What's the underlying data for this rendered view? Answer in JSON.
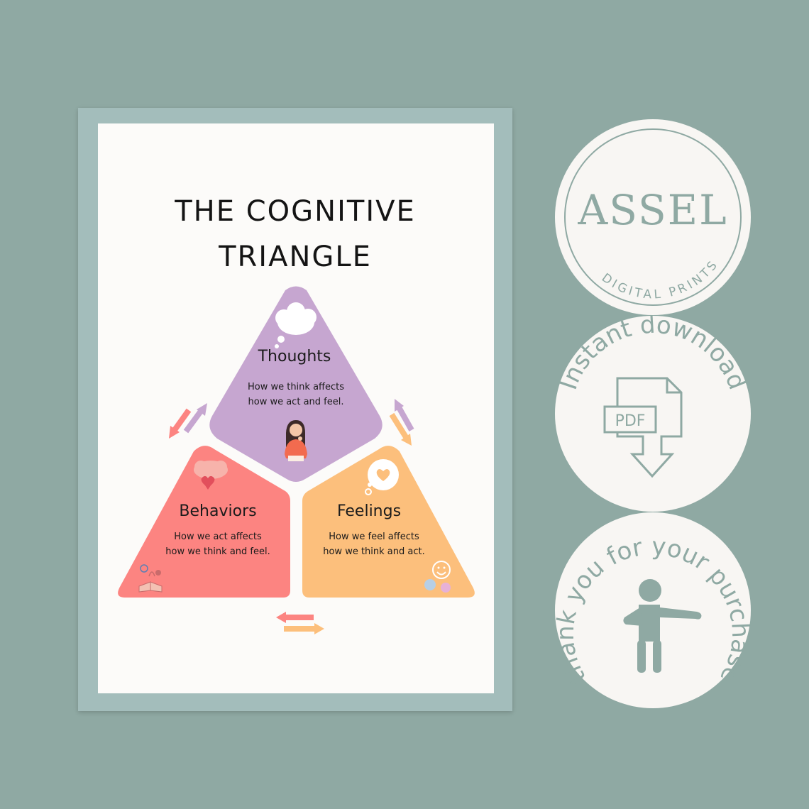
{
  "poster": {
    "title_line1": "THE COGNITIVE",
    "title_line2": "TRIANGLE",
    "thoughts": {
      "heading": "Thoughts",
      "line1": "How we think affects",
      "line2": "how we act and feel.",
      "color": "#c6a6d0",
      "icons": [
        "thought-bubble-icon",
        "thinking-woman-icon"
      ]
    },
    "behaviors": {
      "heading": "Behaviors",
      "line1": "How we act affects",
      "line2": "how we think and feel.",
      "color": "#fc8481",
      "icons": [
        "brain-heart-icon",
        "open-book-icon"
      ]
    },
    "feelings": {
      "heading": "Feelings",
      "line1": "How we feel affects",
      "line2": "how we think and act.",
      "color": "#fcbf7c",
      "icons": [
        "heart-bubble-icon",
        "smiley-faces-icon"
      ]
    }
  },
  "badges": {
    "brand": {
      "logo_text": "ASSEL",
      "arc_text": "DIGITAL PRINTS"
    },
    "download": {
      "arc_text": "Instant download",
      "file_label": "PDF",
      "icon": "pdf-download-icon"
    },
    "thanks": {
      "arc_text": "thank you for your purchase",
      "icon": "person-thanks-icon"
    },
    "color": "#8fa9a3"
  }
}
